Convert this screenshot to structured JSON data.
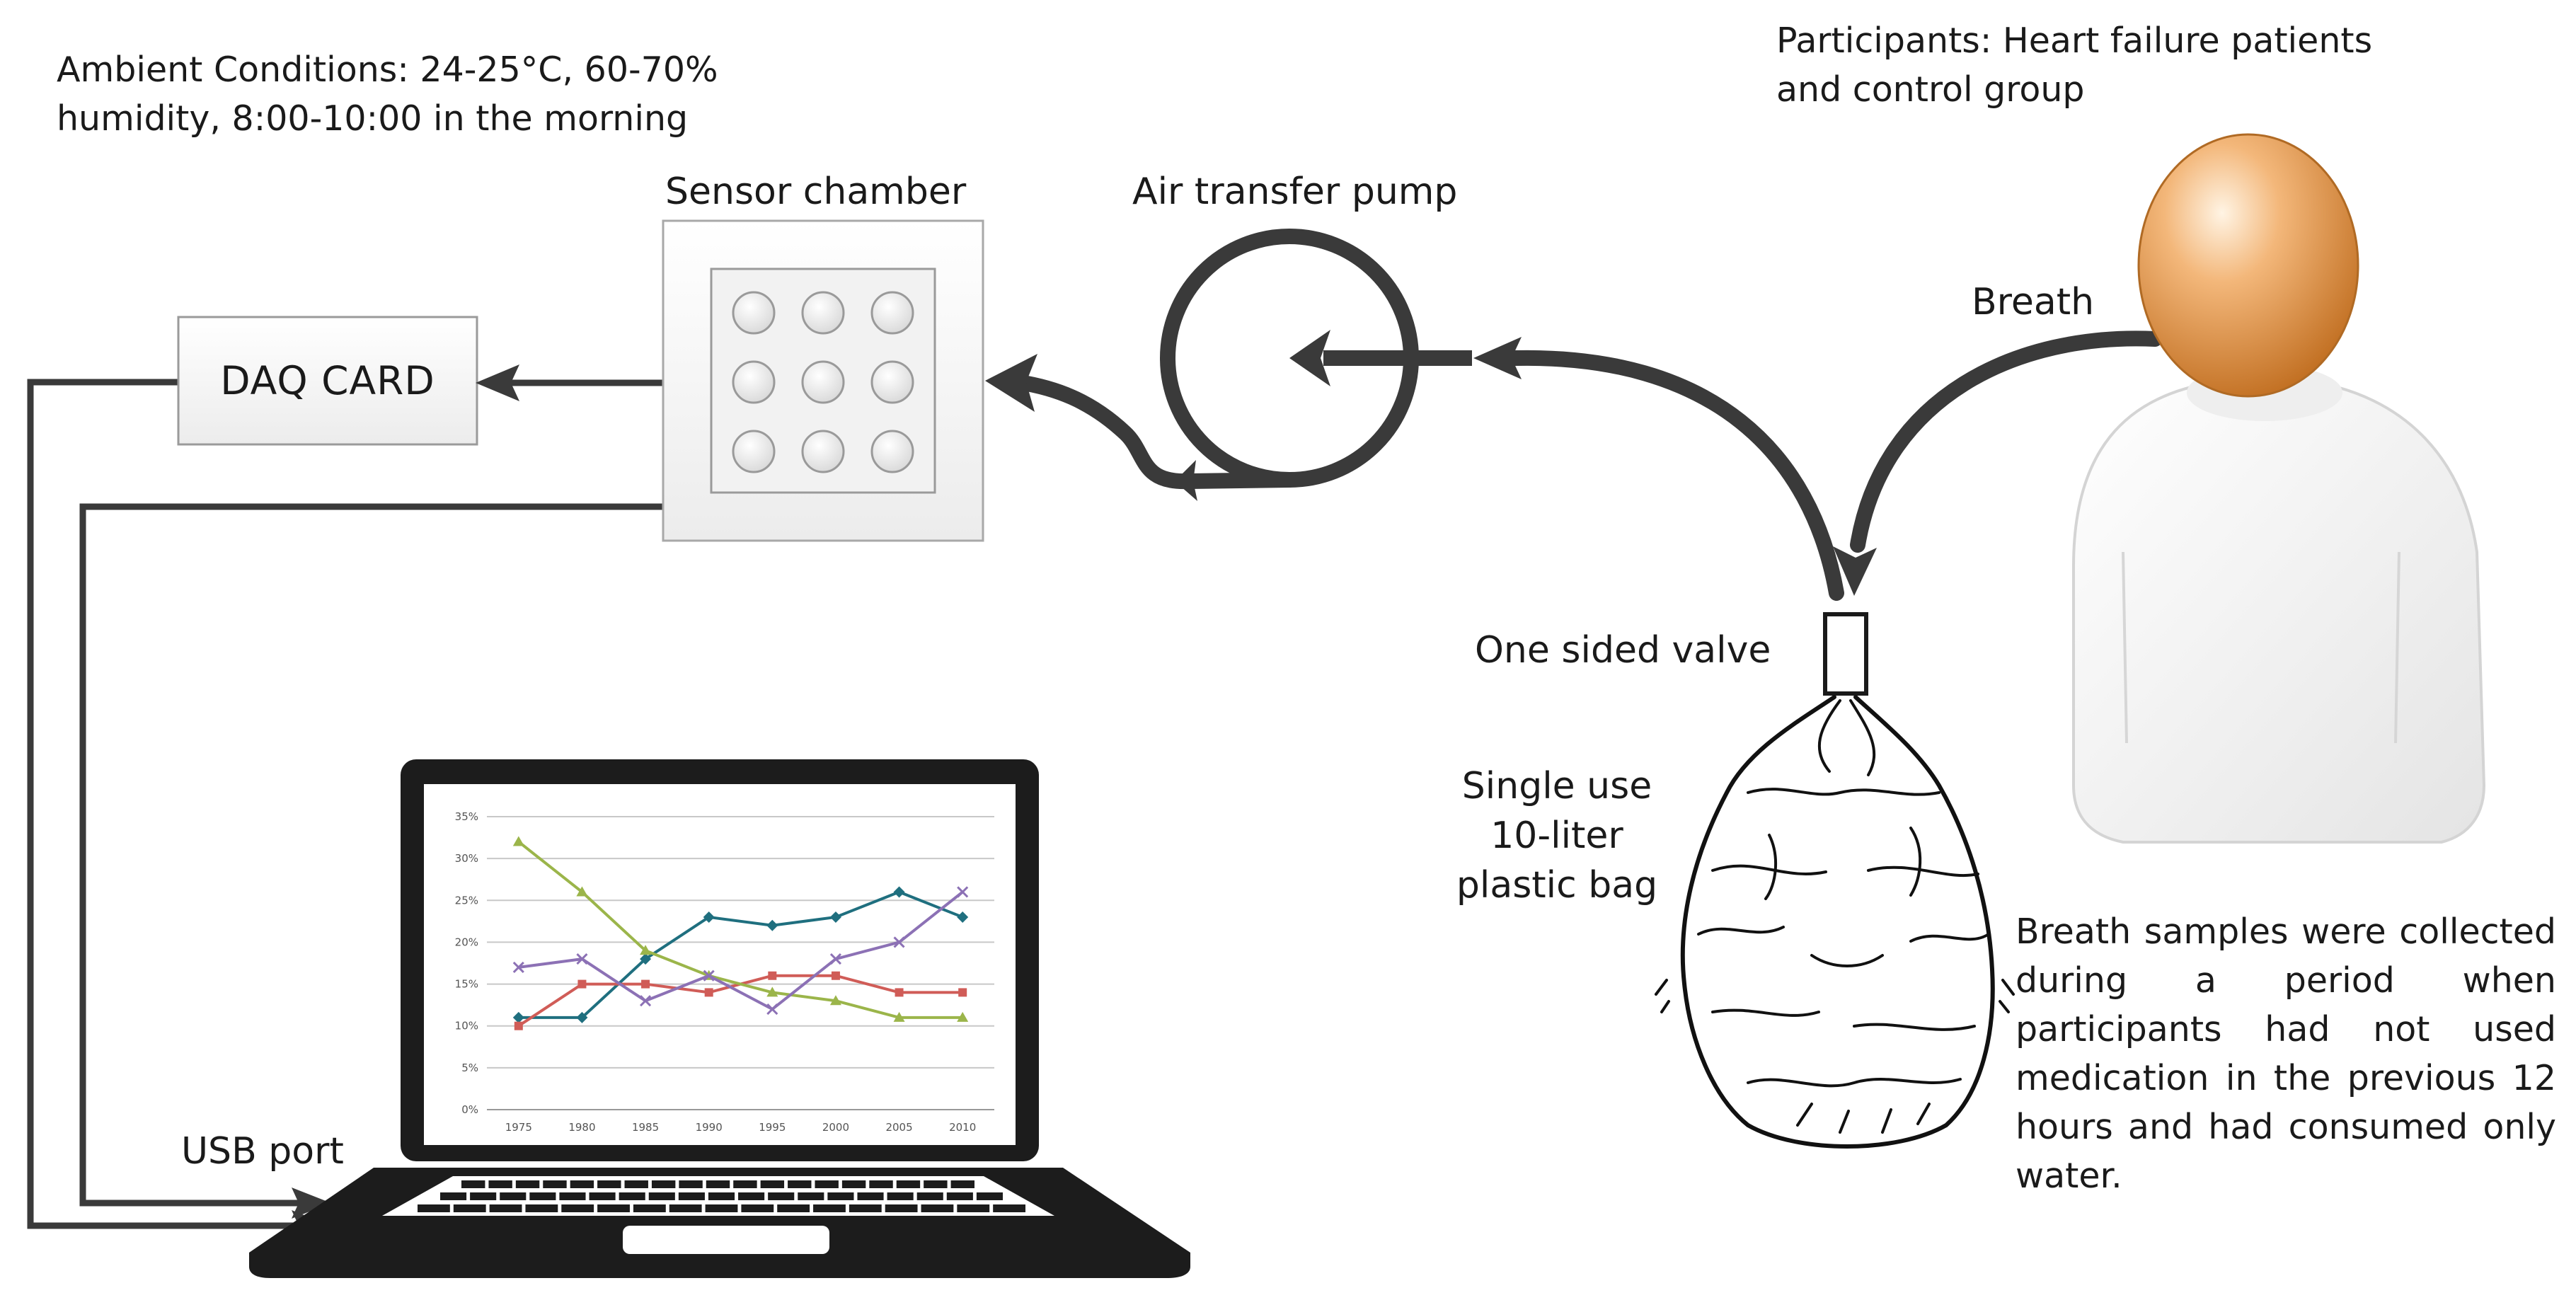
{
  "ambient": {
    "line1": "Ambient Conditions: 24-25°C, 60-70%",
    "line2": "humidity, 8:00-10:00 in the morning"
  },
  "participants": {
    "line1": "Participants: Heart failure patients",
    "line2": "and control group"
  },
  "labels": {
    "sensor_chamber": "Sensor chamber",
    "air_transfer_pump": "Air transfer pump",
    "daq_card": "DAQ CARD",
    "breath": "Breath",
    "one_sided_valve": "One sided valve",
    "bag_line1": "Single use",
    "bag_line2": "10-liter",
    "bag_line3": "plastic bag",
    "usb_port": "USB port"
  },
  "breath_note": {
    "lines": [
      "Breath samples were collected",
      "during a period when",
      "participants had not used",
      "medication in the previous 12",
      "hours and had consumed only",
      "water."
    ]
  },
  "chart_data": {
    "type": "line",
    "categories": [
      "1975",
      "1980",
      "1985",
      "1990",
      "1995",
      "2000",
      "2005",
      "2010"
    ],
    "ylim": [
      0,
      35
    ],
    "yticks": [
      "0%",
      "5%",
      "10%",
      "15%",
      "20%",
      "25%",
      "30%",
      "35%"
    ],
    "grid": true,
    "series": [
      {
        "values": [
          11,
          11,
          18,
          23,
          22,
          23,
          26,
          23
        ],
        "color": "#1f6f7f",
        "marker": "diamond"
      },
      {
        "values": [
          10,
          15,
          15,
          14,
          16,
          16,
          14,
          14
        ],
        "color": "#d05c57",
        "marker": "square"
      },
      {
        "values": [
          32,
          26,
          19,
          16,
          14,
          13,
          11,
          11
        ],
        "color": "#9bb54a",
        "marker": "triangle"
      },
      {
        "values": [
          17,
          18,
          13,
          16,
          12,
          18,
          20,
          26
        ],
        "color": "#8c71b5",
        "marker": "x"
      }
    ]
  },
  "colors": {
    "arrow": "#3a3a3a",
    "head_top": "#f2c08a",
    "head_bottom": "#c67a2a",
    "laptop": "#1c1c1c"
  }
}
